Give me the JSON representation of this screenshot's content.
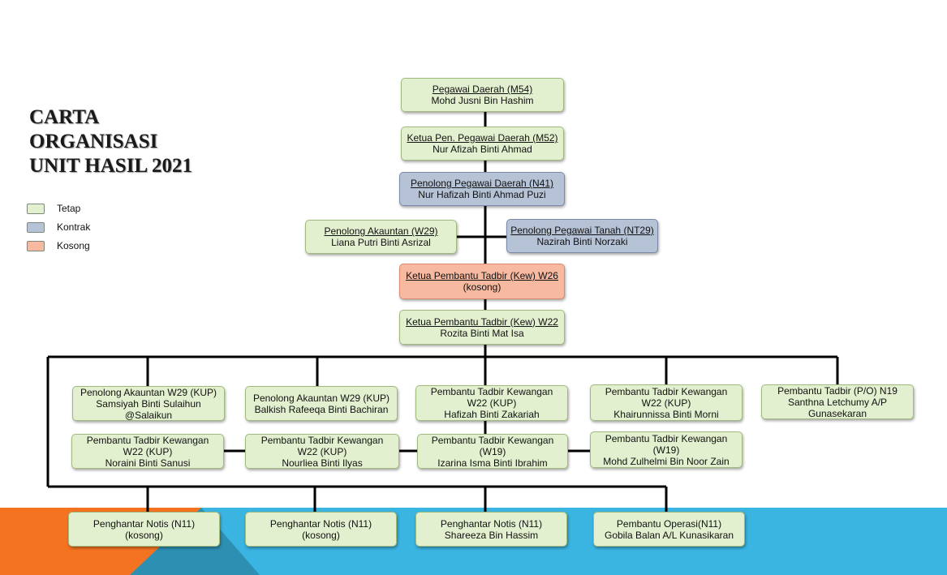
{
  "title": [
    "CARTA",
    "ORGANISASI",
    "UNIT HASIL 2021"
  ],
  "legend": [
    {
      "label": "Tetap",
      "color": "#e3f0cf"
    },
    {
      "label": "Kontrak",
      "color": "#b6c3d6"
    },
    {
      "label": "Kosong",
      "color": "#f7b9a0"
    }
  ],
  "nodes": {
    "pegawai_daerah": {
      "title": "Pegawai Daerah (M54)",
      "name": "Mohd Jusni Bin Hashim"
    },
    "ketua_pen_pegawai": {
      "title": "Ketua Pen. Pegawai Daerah (M52)",
      "name": "Nur Afizah Binti Ahmad"
    },
    "penolong_pegawai_daerah": {
      "title": "Penolong Pegawai Daerah (N41)",
      "name": "Nur Hafizah Binti Ahmad  Puzi"
    },
    "penolong_akauntan_w29": {
      "title": "Penolong Akauntan  (W29)",
      "name": "Liana Putri Binti Asrizal"
    },
    "penolong_pegawai_tanah": {
      "title": "Penolong Pegawai Tanah (NT29)",
      "name": "Nazirah Binti Norzaki"
    },
    "ketua_pt_w26": {
      "title": "Ketua Pembantu Tadbir (Kew) W26",
      "name": "(kosong)"
    },
    "ketua_pt_w22": {
      "title": "Ketua Pembantu Tadbir (Kew) W22",
      "name": "Rozita Binti Mat Isa"
    },
    "r1_1": {
      "lines": [
        "Penolong Akauntan W29 (KUP)",
        "Samsiyah Binti Sulaihun",
        "@Salaikun"
      ]
    },
    "r1_2": {
      "lines": [
        "Penolong Akauntan W29 (KUP)",
        "Balkish Rafeeqa Binti Bachiran"
      ]
    },
    "r1_3": {
      "lines": [
        "Pembantu Tadbir Kewangan",
        "W22 (KUP)",
        "Hafizah Binti Zakariah"
      ]
    },
    "r1_4": {
      "lines": [
        "Pembantu Tadbir Kewangan",
        "W22 (KUP)",
        "Khairunnissa Binti Morni"
      ]
    },
    "r1_5": {
      "lines": [
        "Pembantu Tadbir (P/O) N19",
        "Santhna Letchumy A/P",
        "Gunasekaran"
      ]
    },
    "r2_1": {
      "lines": [
        "Pembantu Tadbir Kewangan",
        "W22 (KUP)",
        "Noraini Binti Sanusi"
      ]
    },
    "r2_2": {
      "lines": [
        "Pembantu Tadbir Kewangan",
        "W22 (KUP)",
        "Nourliea Binti Ilyas"
      ]
    },
    "r2_3": {
      "lines": [
        "Pembantu Tadbir Kewangan",
        "(W19)",
        "Izarina Isma Binti Ibrahim"
      ]
    },
    "r2_4": {
      "lines": [
        "Pembantu Tadbir Kewangan",
        "(W19)",
        "Mohd Zulhelmi Bin Noor Zain"
      ]
    },
    "r3_1": {
      "lines": [
        "Penghantar Notis (N11)",
        "(kosong)"
      ]
    },
    "r3_2": {
      "lines": [
        "Penghantar Notis (N11)",
        "(kosong)"
      ]
    },
    "r3_3": {
      "lines": [
        "Penghantar Notis (N11)",
        "Shareeza Bin Hassim"
      ]
    },
    "r3_4": {
      "lines": [
        "Pembantu Operasi(N11)",
        "Gobila Balan A/L Kunasikaran"
      ]
    }
  }
}
